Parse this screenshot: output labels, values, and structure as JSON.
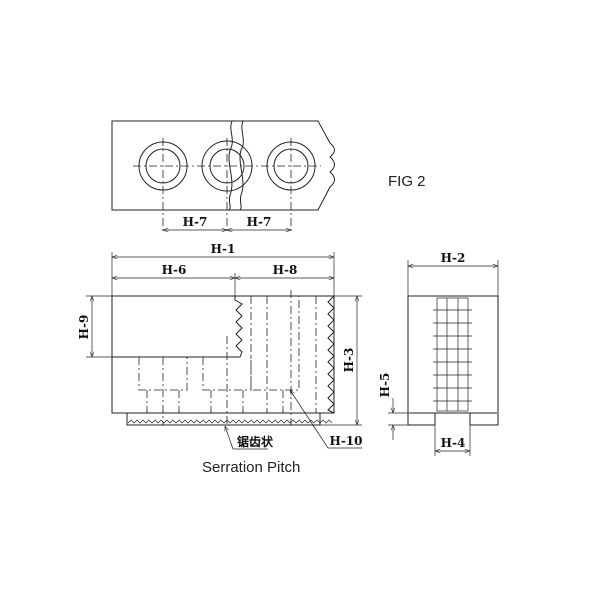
{
  "figure_label": "FIG 2",
  "dimensions": {
    "h1": "H-1",
    "h2": "H-2",
    "h3": "H-3",
    "h4": "H-4",
    "h5": "H-5",
    "h6": "H-6",
    "h7a": "H-7",
    "h7b": "H-7",
    "h8": "H-8",
    "h9": "H-9",
    "h10": "H-10"
  },
  "serration_label_cn": "锯齿状",
  "serration_label_en": "Serration Pitch"
}
